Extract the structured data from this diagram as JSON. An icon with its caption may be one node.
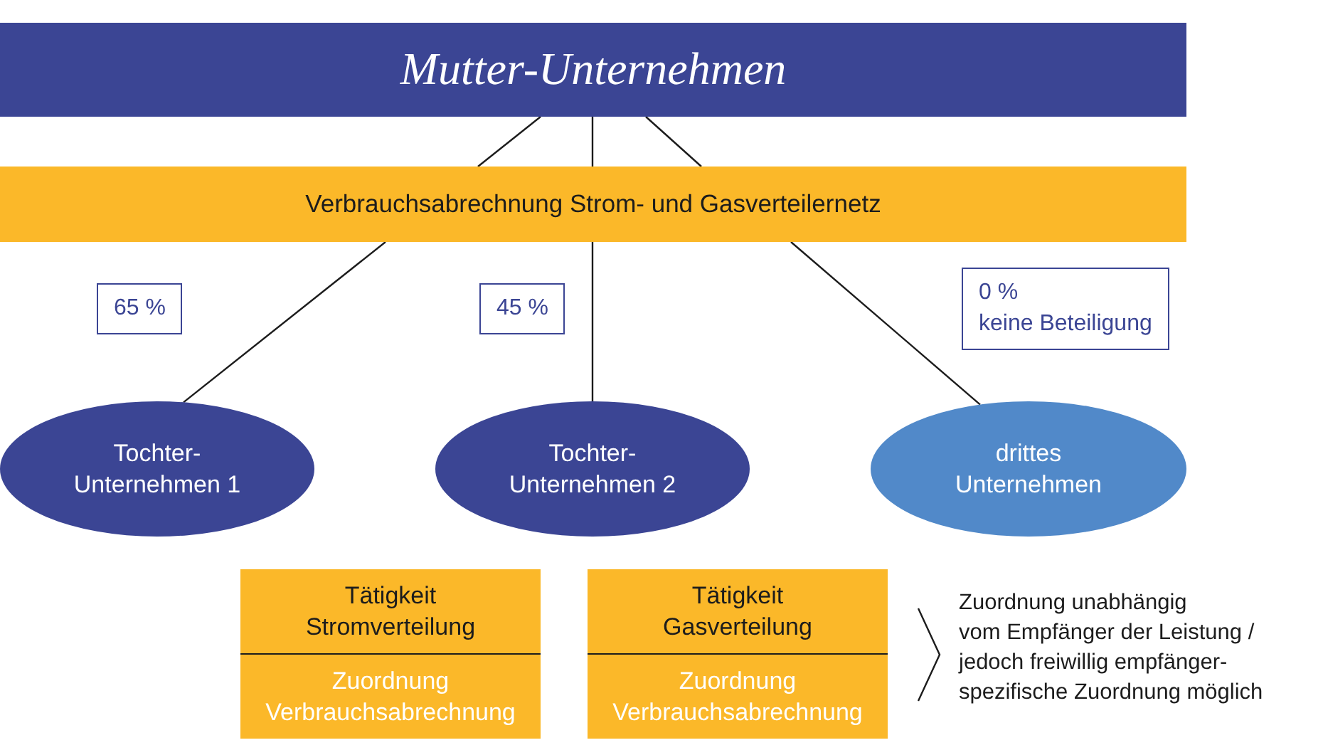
{
  "diagram": {
    "nodes": [
      {
        "text": [
          "Mutter-Unternehmen"
        ]
      },
      {
        "text": [
          "Verbrauchsabrechnung Strom- und Gasverteilernetz"
        ]
      },
      {
        "text": [
          "Tochter-Unternehmen 1"
        ]
      },
      {
        "text": [
          "Tochter-Unternehmen 2"
        ]
      },
      {
        "text": [
          "drittes Unternehmen"
        ]
      },
      {
        "text": [
          "Tätigkeit Stromverteilung",
          "Zuordnung Verbrauchsabrechnung"
        ]
      },
      {
        "text": [
          "Tätigkeit Gasverteilung",
          "Zuordnung Verbrauchsabrechnung"
        ]
      }
    ],
    "edges": [
      {
        "from": 0,
        "to": 1,
        "arrow": "none"
      },
      {
        "from": 0,
        "to": 1,
        "arrow": "none"
      },
      {
        "from": 0,
        "to": 1,
        "arrow": "none"
      },
      {
        "from": 1,
        "to": 2,
        "arrow": "none",
        "label": "65 %"
      },
      {
        "from": 1,
        "to": 3,
        "arrow": "none",
        "label": "45 %"
      },
      {
        "from": 1,
        "to": 4,
        "arrow": "none",
        "label": "0 % keine Beteiligung"
      }
    ],
    "labels": [
      "Zuordnung unabhängig vom Empfänger der Leistung / jedoch freiwillig empfänger-spezifische Zuordnung möglich"
    ]
  }
}
